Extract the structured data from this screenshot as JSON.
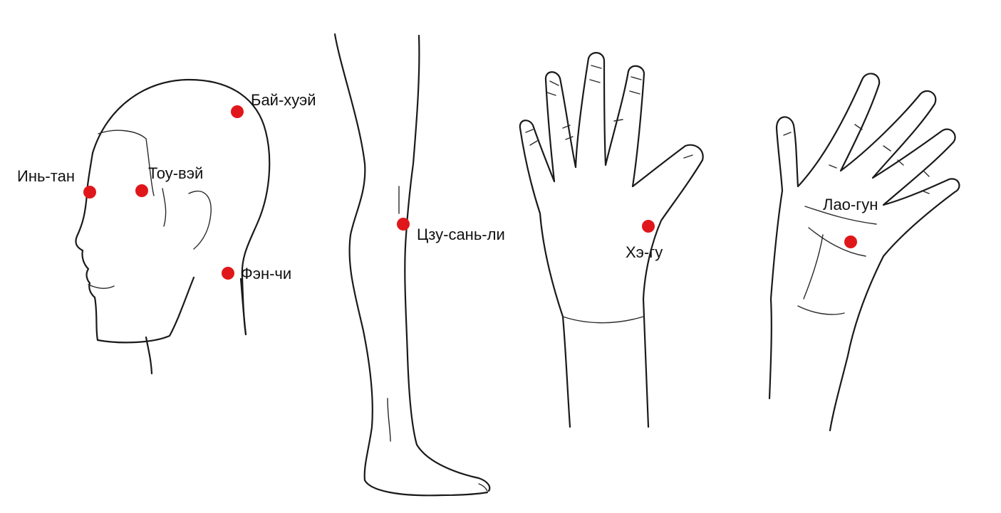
{
  "colors": {
    "background": "#ffffff",
    "line": "#1a1a1a",
    "point": "#e0171a"
  },
  "figures": {
    "head": {
      "points": [
        {
          "label": "Бай-хуэй"
        },
        {
          "label": "Инь-тан"
        },
        {
          "label": "Тоу-вэй"
        },
        {
          "label": "Фэн-чи"
        }
      ]
    },
    "leg": {
      "points": [
        {
          "label": "Цзу-сань-ли"
        }
      ]
    },
    "hand_back": {
      "points": [
        {
          "label": "Хэ-гу"
        }
      ]
    },
    "hand_palm": {
      "points": [
        {
          "label": "Лао-гун"
        }
      ]
    }
  }
}
